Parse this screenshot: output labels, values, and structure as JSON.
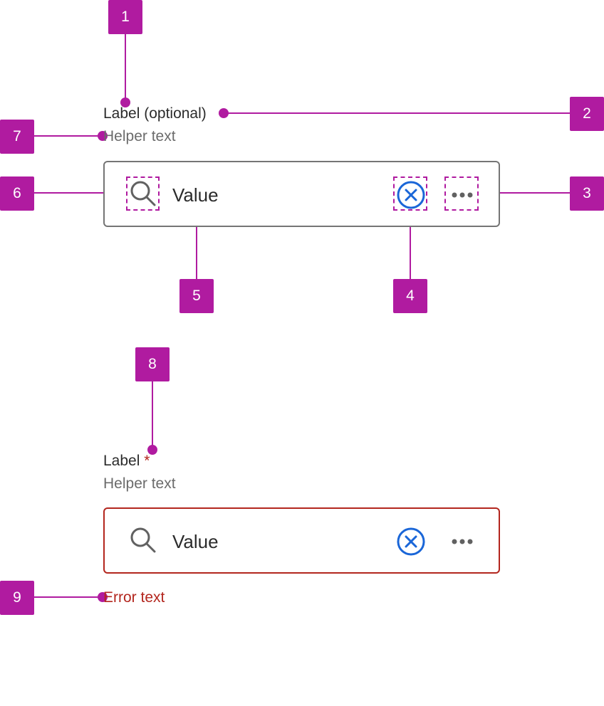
{
  "normal_field": {
    "label": "Label (optional)",
    "helper_text": "Helper text",
    "value": "Value"
  },
  "error_field": {
    "label": "Label",
    "required_marker": "*",
    "helper_text": "Helper text",
    "value": "Value",
    "error_text": "Error text"
  },
  "callouts": [
    "1",
    "2",
    "3",
    "4",
    "5",
    "6",
    "7",
    "8",
    "9"
  ],
  "icons": [
    "search-icon",
    "clear-icon",
    "more-icon"
  ],
  "colors": {
    "annotation": "#b01ba0",
    "field_border": "#757575",
    "error": "#b3261e",
    "clear_icon": "#1a66d8",
    "icon_gray": "#616161"
  }
}
